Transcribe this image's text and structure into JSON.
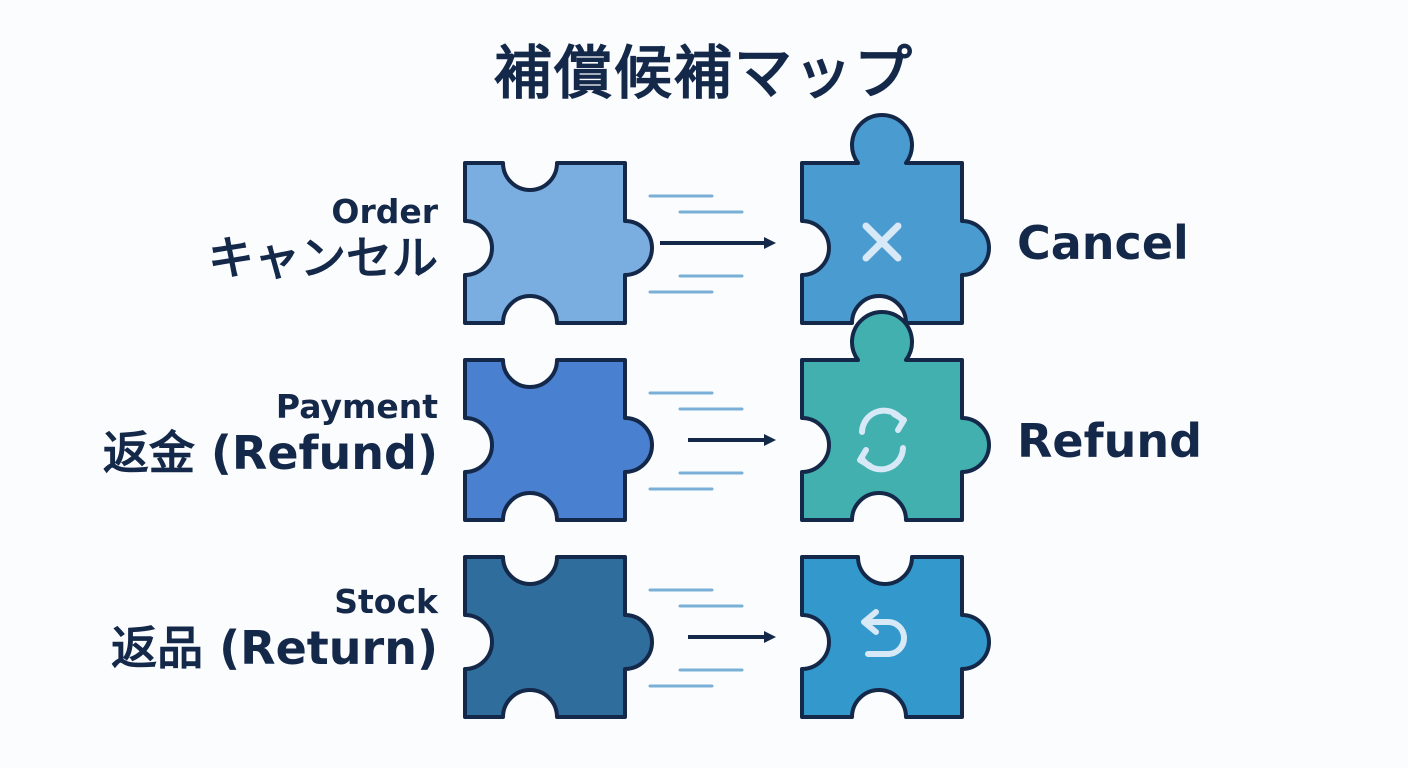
{
  "title": "補償候補マップ",
  "rows": [
    {
      "sub_label": "Order",
      "main_label": "キャンセル",
      "result_label": "Cancel",
      "action_icon": "cancel-x-icon",
      "left_color": "#7aaee0",
      "right_color": "#4a9bd0"
    },
    {
      "sub_label": "Payment",
      "main_label": "返金 (Refund)",
      "result_label": "Refund",
      "action_icon": "refresh-cycle-icon",
      "left_color": "#4a80d0",
      "right_color": "#42b0ae"
    },
    {
      "sub_label": "Stock",
      "main_label": "返品 (Return)",
      "result_label": "",
      "action_icon": "undo-return-icon",
      "left_color": "#2f6e9c",
      "right_color": "#3398cc"
    }
  ],
  "colors": {
    "outline": "#14284a",
    "speed_lines": "#7ab0d8",
    "icon": "#d7e8f6"
  }
}
